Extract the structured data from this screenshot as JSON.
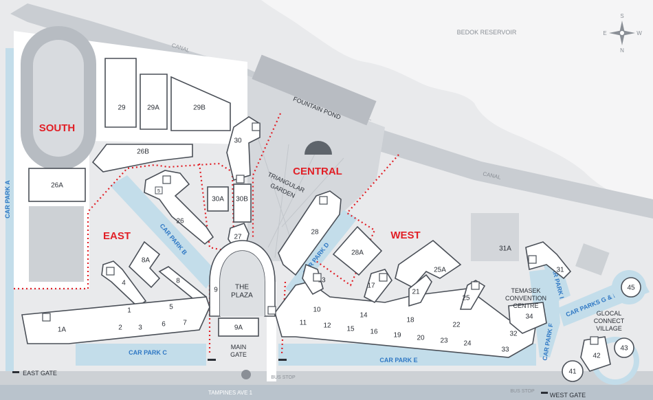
{
  "map": {
    "zones": {
      "south": "SOUTH",
      "central": "CENTRAL",
      "east": "EAST",
      "west": "WEST"
    },
    "water": {
      "reservoir": "BEDOK RESERVOIR",
      "canal_1": "CANAL",
      "canal_2": "CANAL",
      "fountain": "FOUNTAIN POND"
    },
    "gardens": {
      "triangular": "TRIANGULAR",
      "garden": "GARDEN"
    },
    "plaza": {
      "line1": "THE",
      "line2": "PLAZA"
    },
    "buildings": {
      "b29": "29",
      "b29a": "29A",
      "b29b": "29B",
      "b26b": "26B",
      "b26a": "26A",
      "b30": "30",
      "b30a": "30A",
      "b30b": "30B",
      "b27": "27",
      "b26": "26",
      "b5": "5",
      "b28": "28",
      "b28a": "28A",
      "b8a": "8A",
      "b4": "4",
      "b8": "8",
      "b9": "9",
      "b9a": "9A",
      "b1a": "1A",
      "b1": "1",
      "b2": "2",
      "b3": "3",
      "b6": "6",
      "b7": "7",
      "b5b": "5",
      "b10": "10",
      "b11": "11",
      "b12": "12",
      "b13": "13",
      "b14": "14",
      "b15": "15",
      "b16": "16",
      "b17": "17",
      "b18": "18",
      "b19": "19",
      "b20": "20",
      "b21": "21",
      "b22": "22",
      "b23": "23",
      "b24": "24",
      "b25": "25",
      "b25a": "25A",
      "b31": "31",
      "b31a": "31A",
      "b32": "32",
      "b33": "33",
      "b34": "34",
      "b41": "41",
      "b42": "42",
      "b43": "43",
      "b45": "45"
    },
    "temasek": {
      "line1": "TEMASEK",
      "line2": "CONVENTION",
      "line3": "CENTRE"
    },
    "glocal": {
      "line1": "GLOCAL",
      "line2": "CONNECT",
      "line3": "VILLAGE"
    },
    "car_parks": {
      "a": "CAR PARK A",
      "b": "CAR PARK B",
      "c": "CAR PARK C",
      "d": "CAR PARK D",
      "e": "CAR PARK E",
      "f": "CAR PARK F",
      "i": "CAR PARK I",
      "gh": "CAR PARKS G & H"
    },
    "gates": {
      "east": "EAST GATE",
      "main_1": "MAIN",
      "main_2": "GATE",
      "west": "WEST GATE"
    },
    "roads": {
      "tampines": "TAMPINES AVE 1",
      "bus_stop_1": "BUS STOP",
      "bus_stop_2": "BUS STOP"
    },
    "compass": {
      "n": "N",
      "s": "S",
      "e": "E",
      "w": "W"
    },
    "toilet_icon": "restroom-icon"
  }
}
